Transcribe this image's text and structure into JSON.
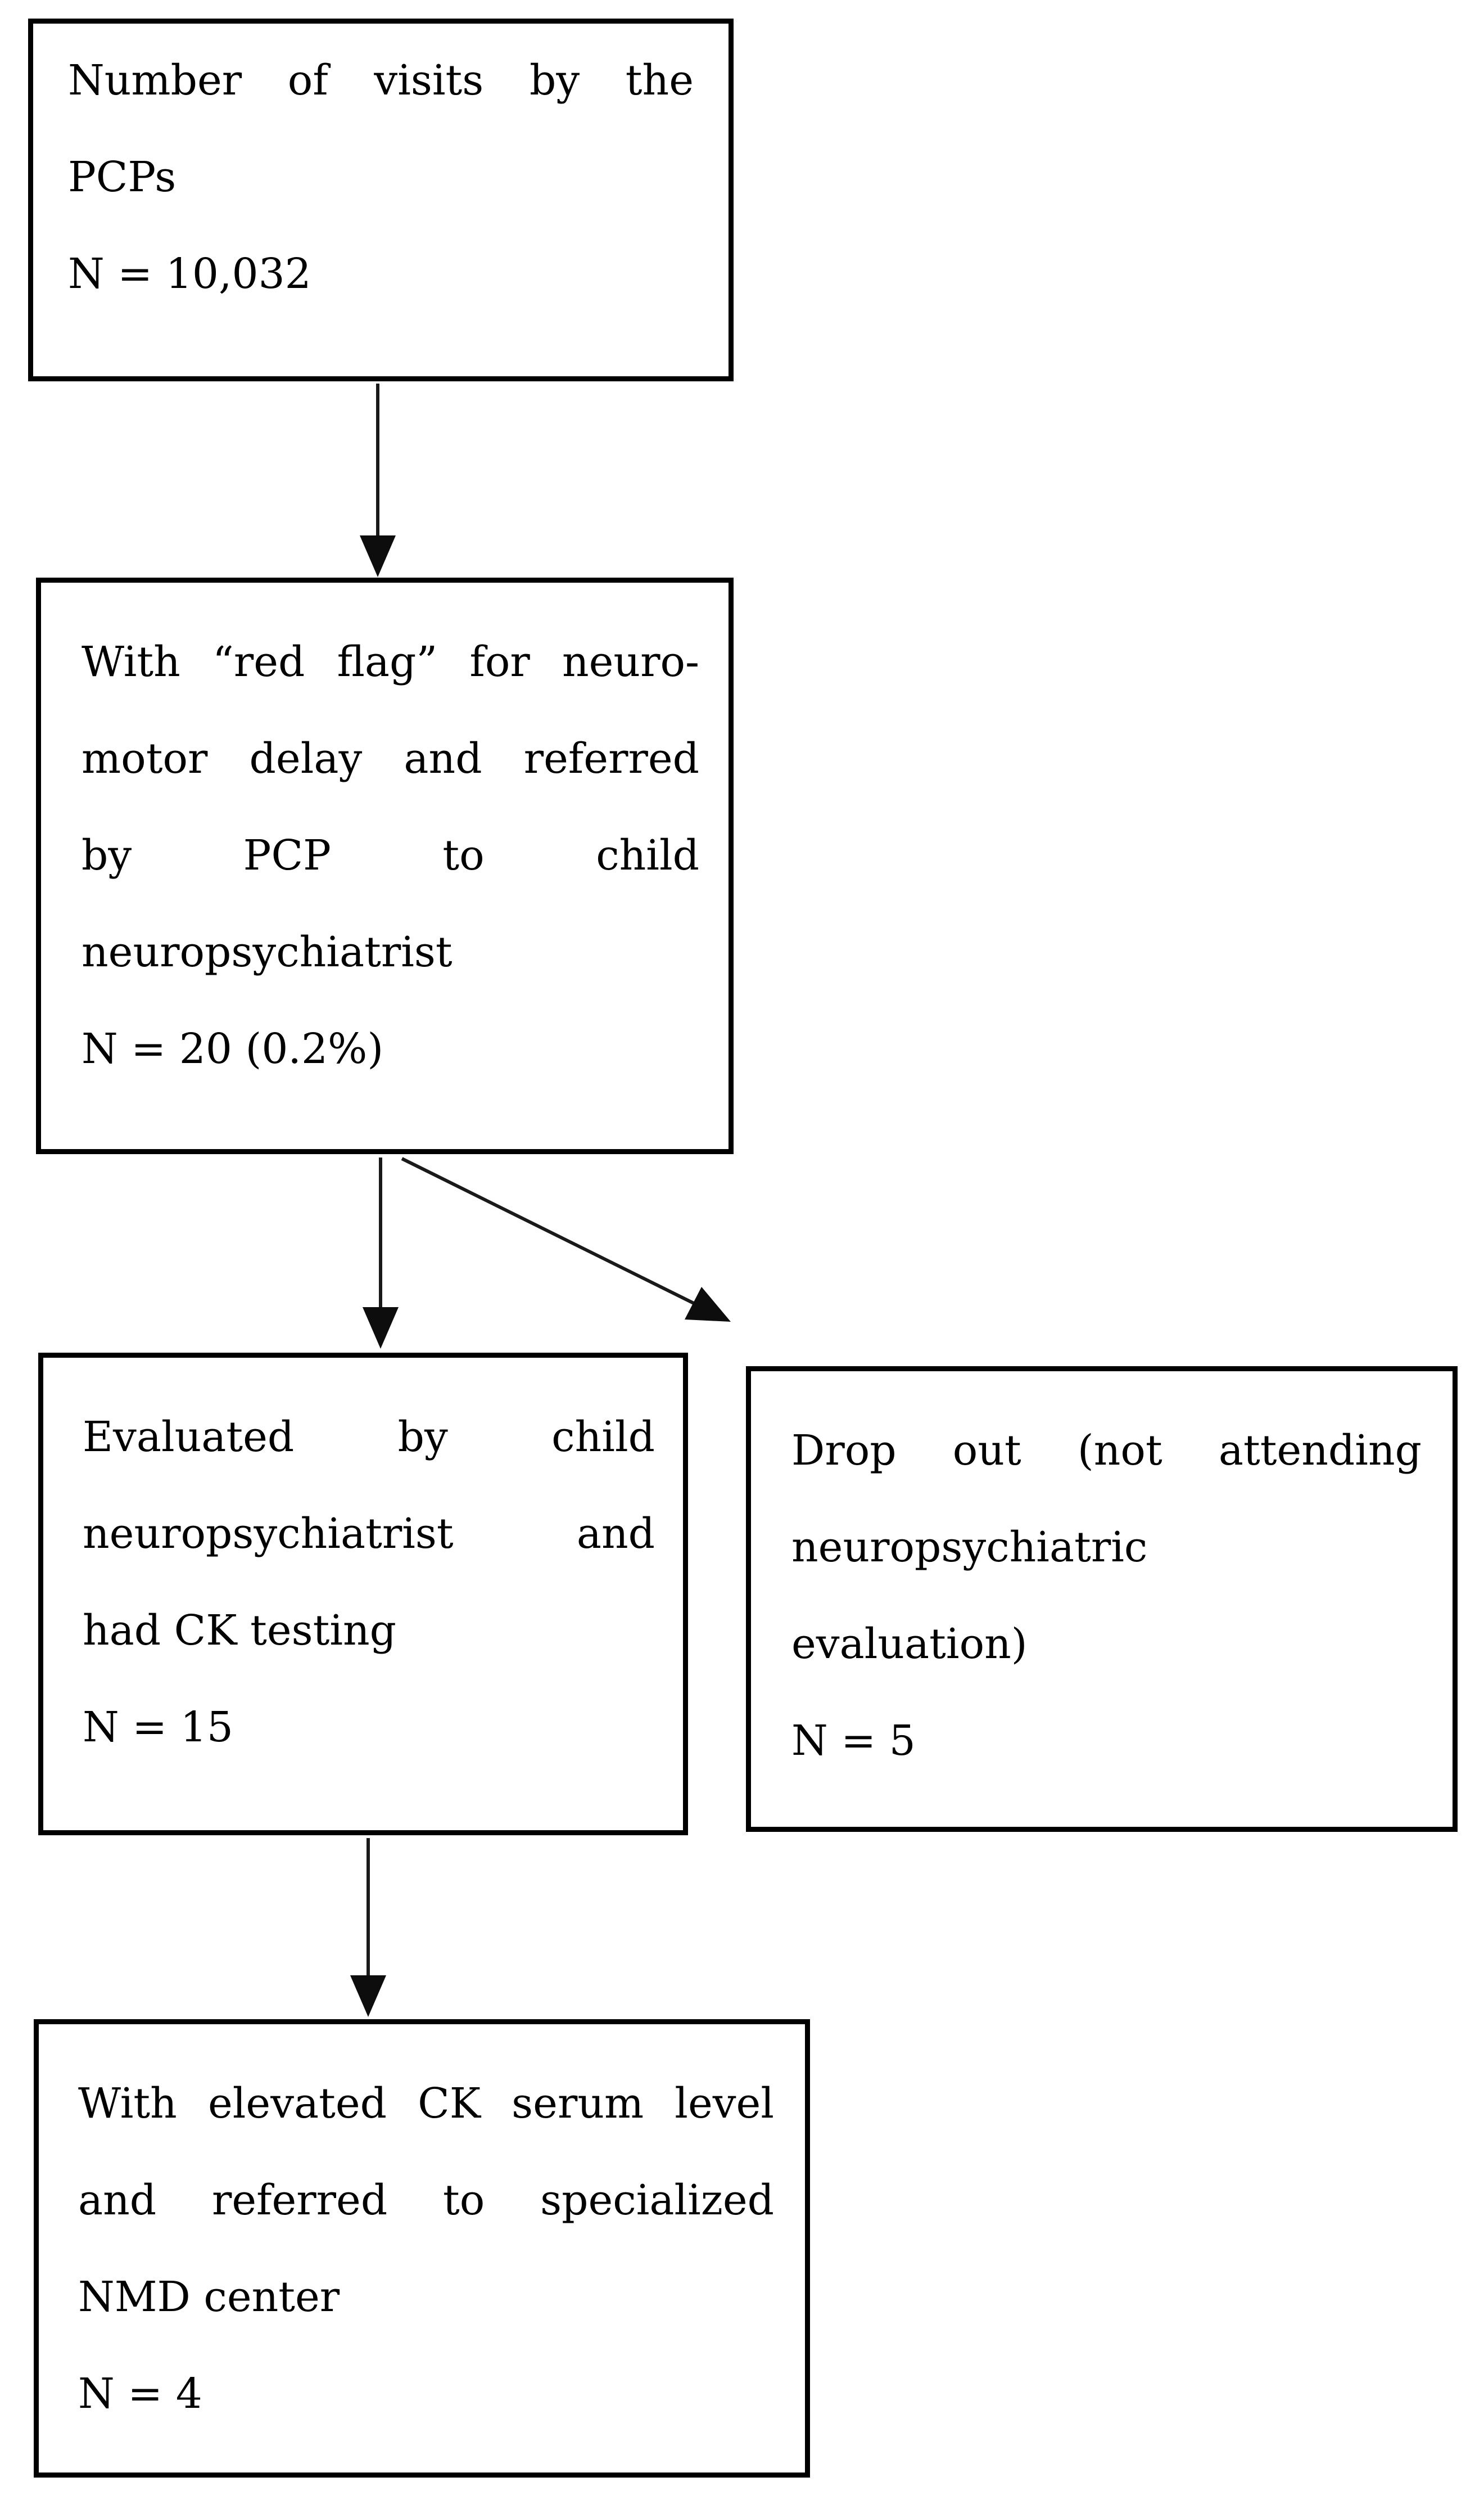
{
  "figure": {
    "type": "flowchart",
    "background_color": "#ffffff",
    "box_border_color": "#000000",
    "arrow_color": "#1a1a1a",
    "boxes": {
      "pcp_visits": {
        "n_value": "N = 10,032",
        "lines": [
          {
            "text": "Number of visits by the",
            "justify": true
          },
          {
            "text": "PCPs",
            "justify": false
          },
          {
            "text": "N = 10,032",
            "justify": false
          }
        ]
      },
      "red_flag": {
        "n_value": "N = 20 (0.2%)",
        "lines": [
          {
            "text": "With “red flag” for neuro-",
            "justify": true
          },
          {
            "text": "motor delay and referred",
            "justify": true
          },
          {
            "text": "by PCP to child",
            "justify": true
          },
          {
            "text": "neuropsychiatrist",
            "justify": false
          },
          {
            "text": "N = 20 (0.2%)",
            "justify": false
          }
        ]
      },
      "evaluated": {
        "n_value": "N = 15",
        "lines": [
          {
            "text": "Evaluated by child",
            "justify": true
          },
          {
            "text": "neuropsychiatrist and",
            "justify": true
          },
          {
            "text": "had CK testing",
            "justify": false
          },
          {
            "text": "N = 15",
            "justify": false
          }
        ]
      },
      "drop_out": {
        "n_value": "N = 5",
        "lines": [
          {
            "text": "Drop out (not attending",
            "justify": true
          },
          {
            "text": "neuropsychiatric",
            "justify": false
          },
          {
            "text": "evaluation)",
            "justify": false
          },
          {
            "text": "N = 5",
            "justify": false
          }
        ]
      },
      "elevated_ck": {
        "n_value": "N = 4",
        "lines": [
          {
            "text": "With elevated CK serum level",
            "justify": true
          },
          {
            "text": "and referred to specialized",
            "justify": true
          },
          {
            "text": "NMD center",
            "justify": false
          },
          {
            "text": "N = 4",
            "justify": false
          }
        ]
      }
    },
    "arrows": [
      {
        "from": "pcp_visits",
        "to": "red_flag",
        "style": "vertical"
      },
      {
        "from": "red_flag",
        "to": "evaluated",
        "style": "vertical"
      },
      {
        "from": "red_flag",
        "to": "drop_out",
        "style": "diagonal"
      },
      {
        "from": "evaluated",
        "to": "elevated_ck",
        "style": "vertical"
      }
    ]
  }
}
